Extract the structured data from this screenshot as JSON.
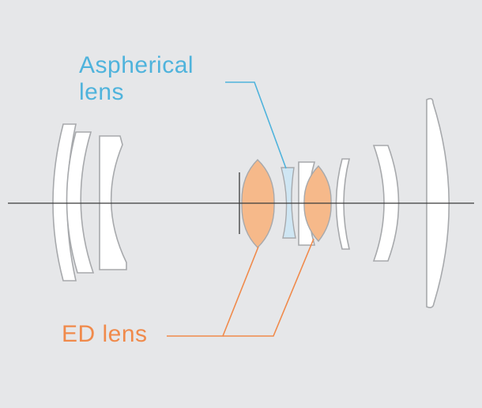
{
  "labels": {
    "aspherical_line1": "Aspherical",
    "aspherical_line2": "lens",
    "ed": "ED lens"
  },
  "colors": {
    "background": "#e6e7e9",
    "lens_stroke": "#a7a9ac",
    "lens_fill": "#ffffff",
    "axis": "#3b3b3b",
    "aspherical": "#4fb3dc",
    "aspherical_fill": "#cfe6f3",
    "ed": "#f08a4b",
    "ed_fill": "#f6b98a",
    "stop": "#3b3b3b"
  },
  "legend": {
    "aspherical_lens_count": 1,
    "ed_lens_count": 2
  }
}
